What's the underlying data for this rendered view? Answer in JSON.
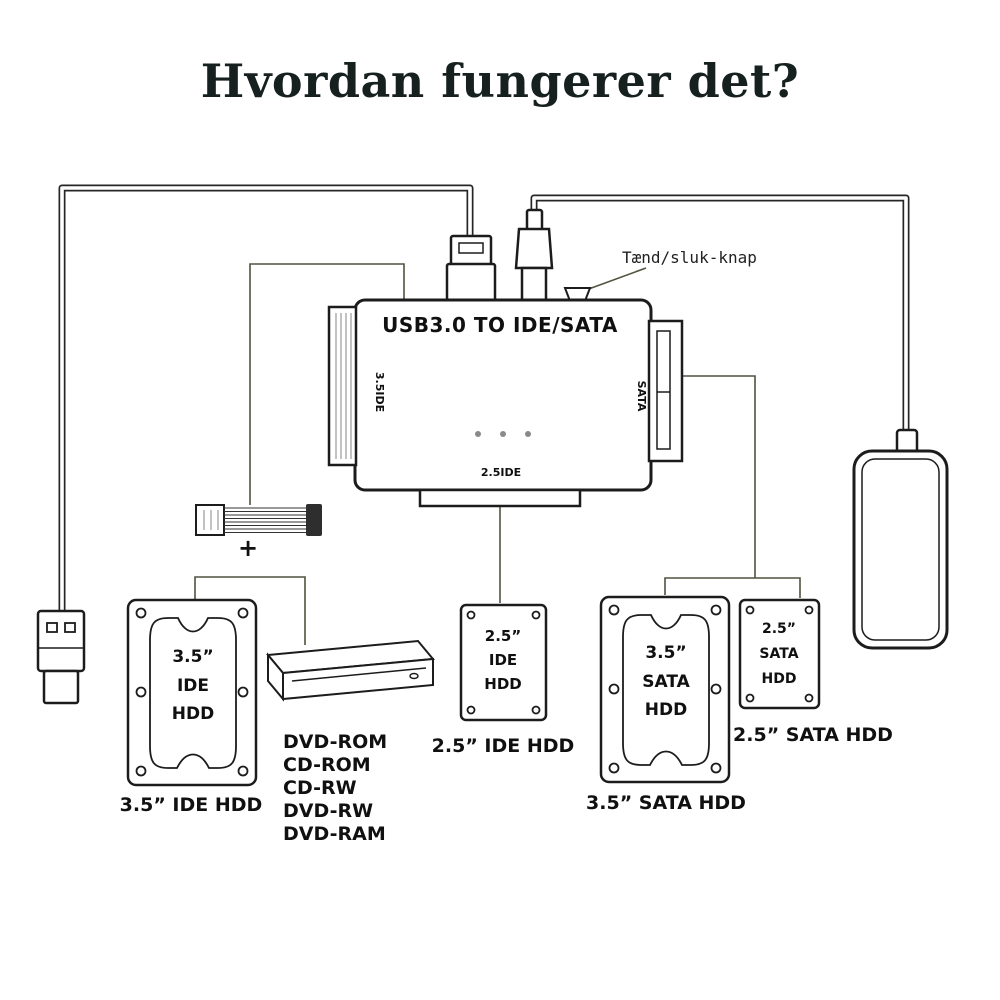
{
  "title": "Hvordan fungerer det?",
  "adapter": {
    "label": "USB3.0 TO IDE/SATA",
    "port_left": "3.5IDE",
    "port_bottom": "2.5IDE",
    "port_right": "SATA"
  },
  "annotations": {
    "power_button": "Tænd/sluk-knap",
    "plus": "+"
  },
  "drives": {
    "ide35": {
      "size": "3.5”",
      "bus": "IDE",
      "type": "HDD",
      "caption": "3.5” IDE HDD"
    },
    "ide25": {
      "size": "2.5”",
      "bus": "IDE",
      "type": "HDD",
      "caption": "2.5” IDE HDD"
    },
    "sata35": {
      "size": "3.5”",
      "bus": "SATA",
      "type": "HDD",
      "caption": "3.5” SATA HDD"
    },
    "sata25": {
      "size": "2.5”",
      "bus": "SATA",
      "type": "HDD",
      "caption": "2.5” SATA HDD"
    },
    "optical": {
      "types": [
        "DVD-ROM",
        "CD-ROM",
        "CD-RW",
        "DVD-RW",
        "DVD-RAM"
      ]
    }
  }
}
